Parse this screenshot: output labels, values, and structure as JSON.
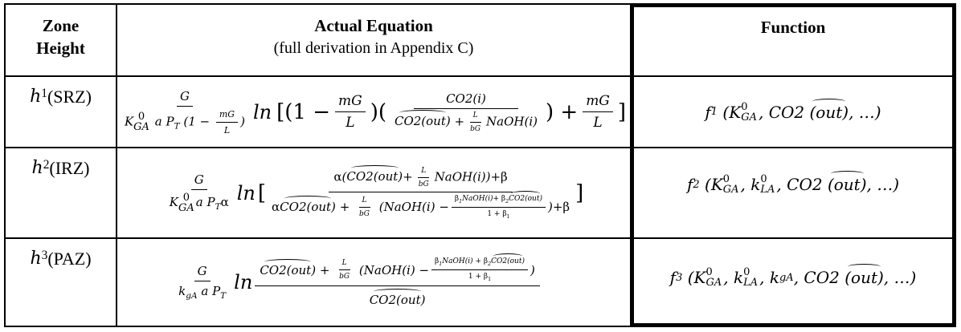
{
  "table": {
    "headers": {
      "zone": [
        "Zone",
        "Height"
      ],
      "equation_title": "Actual Equation",
      "equation_subtitle": "(full derivation in Appendix C)",
      "function": "Function"
    },
    "rows": [
      {
        "zone_var": "h",
        "zone_sub": "1",
        "zone_label": "(SRZ)",
        "equation": "G / (K⁰_GA a P_T (1 − mG/L)) · ln[(1 − mG/L)(CO2(i) / (CO2(out)^ + L/bG NaOH(i))) + mG/L]",
        "function": "f_1 (K⁰_GA, CO2 (out)^, …)"
      },
      {
        "zone_var": "h",
        "zone_sub": "2",
        "zone_label": "(IRZ)",
        "equation": "G / (K⁰_GA a P_T α) · ln[(α(CO2(out)^ + L/bG NaOH(i)) + β) / (αCO2(out)^ + L/bG (NaOH(i) − (β_1 NaOH(i) + β_2 CO2(out)^)/(1 + β_1)) + β)]",
        "function": "f_2 (K⁰_GA, k⁰_LA, CO2 (out)^, …)"
      },
      {
        "zone_var": "h",
        "zone_sub": "3",
        "zone_label": "(PAZ)",
        "equation": "G / (k_gA a P_T) · ln[(CO2(out)^ + L/bG (NaOH(i) − (β_1 NaOH(i) + β_2 CO2(out)^)/(1 + β_1))) / CO2(out)^]",
        "function": "f_3 (K⁰_GA, k⁰_LA, k_gA, CO2 (out)^, …)"
      }
    ],
    "symbols": {
      "G": "G",
      "L": "L",
      "mG": "mG",
      "bG": "bG",
      "K": "K",
      "k": "k",
      "a": "a",
      "P": "P",
      "GA": "GA",
      "LA": "LA",
      "gA": "gA",
      "T": "T",
      "zero": "0",
      "one": "1",
      "two": "2",
      "ln": "ln",
      "minus": "−",
      "plus": "+",
      "alpha": "α",
      "beta": "β",
      "co2i": "CO2(i)",
      "co2out": "CO2(out)",
      "co2": "CO2",
      "out": "(out)",
      "naoh": "NaOH(i)",
      "ellipsis": "…",
      "f": "f",
      "comma": ","
    },
    "colors": {
      "border": "#000000",
      "background": "#ffffff",
      "text": "#000000"
    }
  }
}
